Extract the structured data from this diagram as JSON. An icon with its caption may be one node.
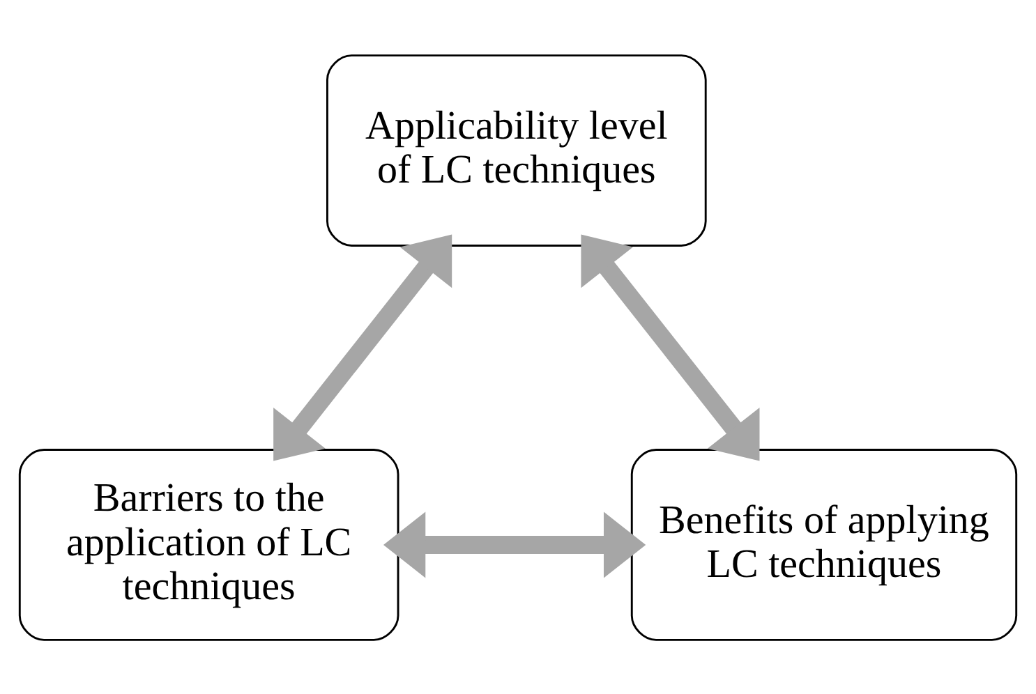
{
  "diagram": {
    "nodes": [
      {
        "text": [
          "Applicability level of LC techniques"
        ]
      },
      {
        "text": [
          "Barriers to the application of LC techniques"
        ]
      },
      {
        "text": [
          "Benefits of applying LC techniques"
        ]
      }
    ],
    "edges": [
      {
        "from": 1,
        "to": 0,
        "arrow": "both"
      },
      {
        "from": 0,
        "to": 2,
        "arrow": "both"
      },
      {
        "from": 1,
        "to": 2,
        "arrow": "both"
      }
    ]
  }
}
